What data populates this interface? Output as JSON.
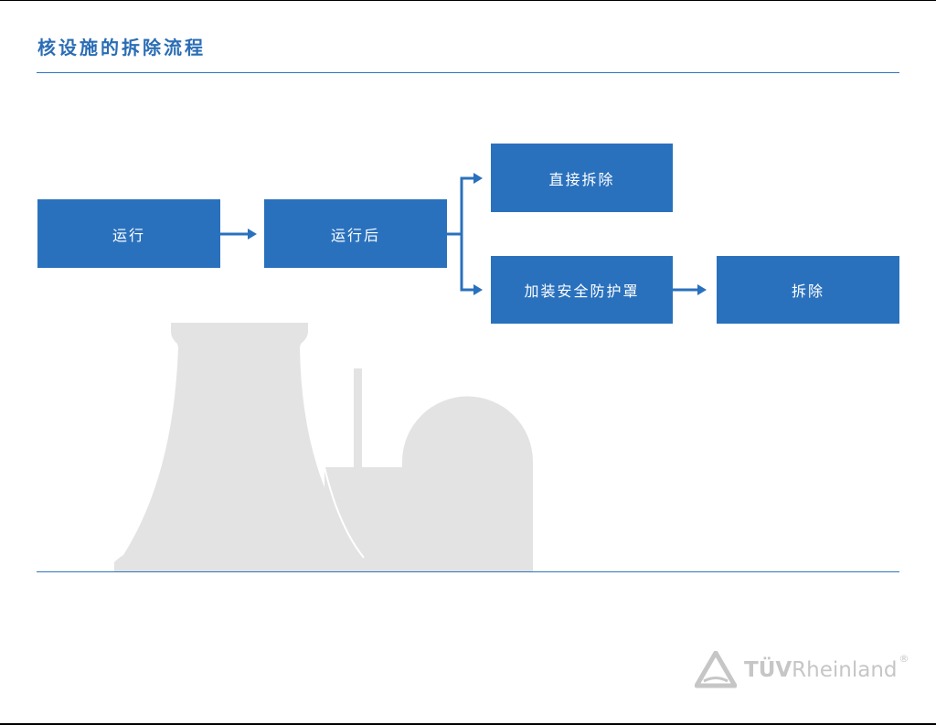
{
  "slide": {
    "title": "核设施的拆除流程"
  },
  "flow": {
    "nodes": [
      {
        "id": "operation",
        "label": "运行"
      },
      {
        "id": "post-operation",
        "label": "运行后"
      },
      {
        "id": "direct-dismantling",
        "label": "直接拆除"
      },
      {
        "id": "safe-enclosure",
        "label": "加装安全防护罩"
      },
      {
        "id": "dismantling",
        "label": "拆除"
      }
    ],
    "edges": [
      {
        "from": "operation",
        "to": "post-operation"
      },
      {
        "from": "post-operation",
        "to": "direct-dismantling"
      },
      {
        "from": "post-operation",
        "to": "safe-enclosure"
      },
      {
        "from": "safe-enclosure",
        "to": "dismantling"
      }
    ]
  },
  "colors": {
    "accent": "#2a71bd",
    "illustration": "#e3e3e3",
    "logo": "#c6c6c6"
  },
  "logo": {
    "brand_bold": "TÜV",
    "brand_regular": "Rheinland",
    "registered": "®"
  },
  "illustration": {
    "icon": "nuclear-plant-silhouette-icon"
  }
}
